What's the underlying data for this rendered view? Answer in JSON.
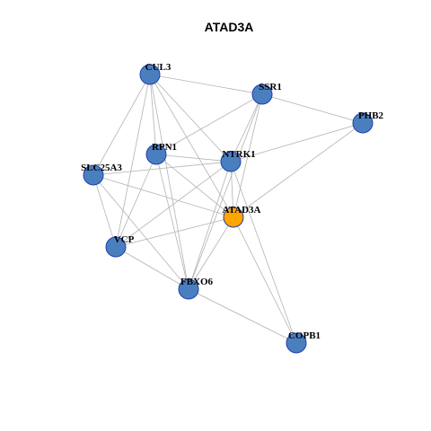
{
  "title": "ATAD3A",
  "colors": {
    "node_default": "#4a7fbf",
    "node_focus": "#ffa500",
    "node_border": "#1f3fb0",
    "edge": "#b3b3b3"
  },
  "graph": {
    "nodes": [
      {
        "id": "CUL3",
        "label": "CUL3",
        "focus": false
      },
      {
        "id": "SSR1",
        "label": "SSR1",
        "focus": false
      },
      {
        "id": "PHB2",
        "label": "PHB2",
        "focus": false
      },
      {
        "id": "RPN1",
        "label": "RPN1",
        "focus": false
      },
      {
        "id": "NTRK1",
        "label": "NTRK1",
        "focus": false
      },
      {
        "id": "SLC25A3",
        "label": "SLC25A3",
        "focus": false
      },
      {
        "id": "ATAD3A",
        "label": "ATAD3A",
        "focus": true
      },
      {
        "id": "VCP",
        "label": "VCP",
        "focus": false
      },
      {
        "id": "FBXO6",
        "label": "FBXO6",
        "focus": false
      },
      {
        "id": "COPB1",
        "label": "COPB1",
        "focus": false
      }
    ],
    "edges": [
      [
        "CUL3",
        "SSR1"
      ],
      [
        "CUL3",
        "RPN1"
      ],
      [
        "CUL3",
        "NTRK1"
      ],
      [
        "CUL3",
        "SLC25A3"
      ],
      [
        "CUL3",
        "ATAD3A"
      ],
      [
        "CUL3",
        "VCP"
      ],
      [
        "CUL3",
        "FBXO6"
      ],
      [
        "SSR1",
        "PHB2"
      ],
      [
        "SSR1",
        "RPN1"
      ],
      [
        "SSR1",
        "NTRK1"
      ],
      [
        "SSR1",
        "ATAD3A"
      ],
      [
        "SSR1",
        "FBXO6"
      ],
      [
        "PHB2",
        "NTRK1"
      ],
      [
        "PHB2",
        "ATAD3A"
      ],
      [
        "RPN1",
        "NTRK1"
      ],
      [
        "RPN1",
        "VCP"
      ],
      [
        "RPN1",
        "ATAD3A"
      ],
      [
        "RPN1",
        "FBXO6"
      ],
      [
        "NTRK1",
        "SLC25A3"
      ],
      [
        "NTRK1",
        "ATAD3A"
      ],
      [
        "NTRK1",
        "VCP"
      ],
      [
        "NTRK1",
        "FBXO6"
      ],
      [
        "NTRK1",
        "COPB1"
      ],
      [
        "SLC25A3",
        "VCP"
      ],
      [
        "SLC25A3",
        "FBXO6"
      ],
      [
        "SLC25A3",
        "ATAD3A"
      ],
      [
        "ATAD3A",
        "VCP"
      ],
      [
        "ATAD3A",
        "FBXO6"
      ],
      [
        "ATAD3A",
        "COPB1"
      ],
      [
        "VCP",
        "FBXO6"
      ],
      [
        "FBXO6",
        "COPB1"
      ]
    ]
  }
}
